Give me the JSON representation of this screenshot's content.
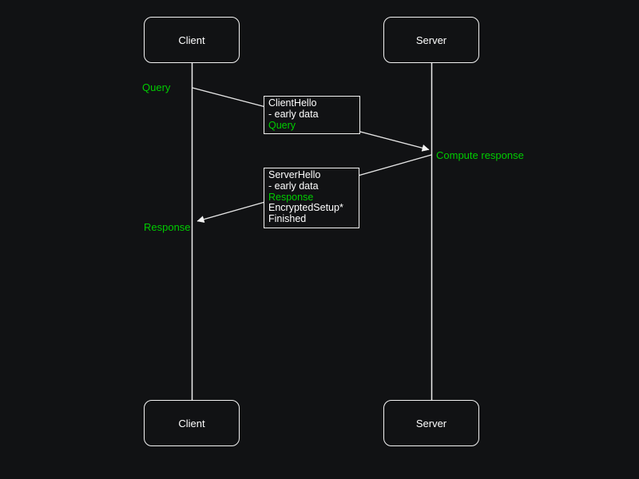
{
  "diagram": {
    "type": "sequence-diagram",
    "topic": "TLS early-data query/response exchange between client and server"
  },
  "colors": {
    "background": "#111214",
    "stroke": "#f2f2f2",
    "text": "#ffffff",
    "accent_green": "#00cc00"
  },
  "actors": {
    "client_top": "Client",
    "server_top": "Server",
    "client_bottom": "Client",
    "server_bottom": "Server"
  },
  "annotations": {
    "query": "Query",
    "compute_response": "Compute response",
    "response": "Response"
  },
  "messages": {
    "client_hello": {
      "lines": [
        {
          "text": "ClientHello",
          "color": "white"
        },
        {
          "text": "- early data",
          "color": "white"
        },
        {
          "text": "Query",
          "color": "green"
        }
      ]
    },
    "server_hello": {
      "lines": [
        {
          "text": "ServerHello",
          "color": "white"
        },
        {
          "text": "- early data",
          "color": "white"
        },
        {
          "text": "Response",
          "color": "green"
        },
        {
          "text": "EncryptedSetup*",
          "color": "white"
        },
        {
          "text": "Finished",
          "color": "white"
        }
      ]
    }
  }
}
